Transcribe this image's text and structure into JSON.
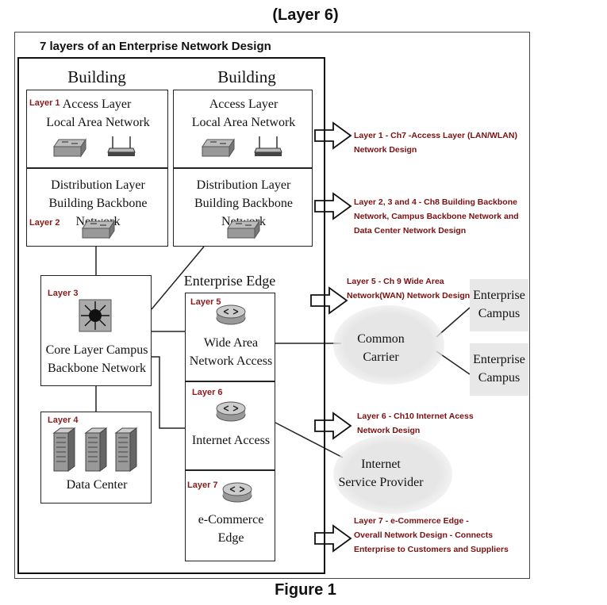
{
  "header": "(Layer 6)",
  "footer": "Figure 1",
  "diagram_title": "7 layers of an Enterprise Network Design",
  "buildings": [
    "Building",
    "Building"
  ],
  "access": {
    "layer": "Layer 1",
    "line1": "Access Layer",
    "line2": "Local Area Network"
  },
  "distribution": {
    "layer": "Layer 2",
    "line1": "Distribution Layer",
    "line2": "Building Backbone Network"
  },
  "core": {
    "layer": "Layer 3",
    "line1": "Core Layer Campus",
    "line2": "Backbone Network"
  },
  "datacenter": {
    "layer": "Layer 4",
    "label": "Data Center"
  },
  "edge": {
    "title": "Enterprise Edge",
    "wan": {
      "layer": "Layer 5",
      "line1": "Wide Area",
      "line2": "Network Access"
    },
    "internet": {
      "layer": "Layer 6",
      "label": "Internet Access"
    },
    "ecommerce": {
      "layer": "Layer 7",
      "line1": "e-Commerce",
      "line2": "Edge"
    }
  },
  "clouds": {
    "carrier": {
      "line1": "Common",
      "line2": "Carrier"
    },
    "isp": {
      "line1": "Internet",
      "line2": "Service Provider"
    }
  },
  "campuses": [
    {
      "line1": "Enterprise",
      "line2": "Campus"
    },
    {
      "line1": "Enterprise",
      "line2": "Campus"
    }
  ],
  "notes": {
    "n1": [
      "Layer 1 - Ch7 -Access Layer (LAN/WLAN)",
      "Network Design"
    ],
    "n2": [
      "Layer 2,  3 and 4 - Ch8 Building Backbone",
      "Network, Campus Backbone Network and",
      "Data Center Network Design"
    ],
    "n5": [
      "Layer 5 - Ch 9 Wide Area",
      "Network(WAN) Network Design"
    ],
    "n6": [
      "Layer 6 - Ch10 Internet Acess",
      "Network Design"
    ],
    "n7": [
      "Layer 7 - e-Commerce Edge -",
      "Overall Network Design - Connects",
      "Enterprise to Customers and Suppliers"
    ]
  },
  "icons": [
    "switch-icon",
    "wireless-router-icon",
    "core-switch-icon",
    "router-icon",
    "server-icon",
    "arrow-right-icon"
  ],
  "colors": {
    "note_text": "#7a1010",
    "layer_label": "#8b1a1a",
    "cloud": "#e6e6e6",
    "campus_box": "#e8e8e8"
  }
}
